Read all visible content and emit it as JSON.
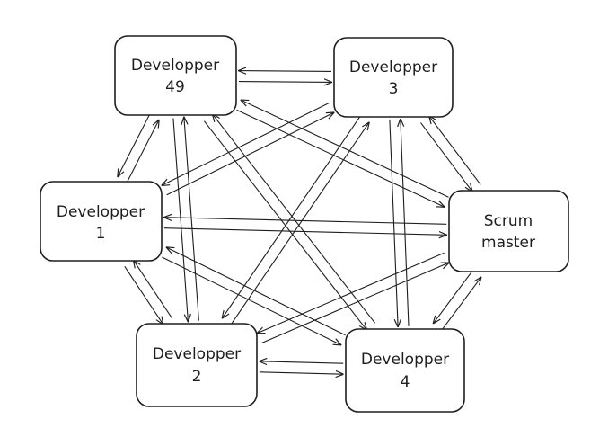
{
  "nodes": [
    {
      "id": "dev49",
      "lines": [
        "Developper",
        "49"
      ]
    },
    {
      "id": "dev3",
      "lines": [
        "Developper",
        "3"
      ]
    },
    {
      "id": "dev1",
      "lines": [
        "Developper",
        "1"
      ]
    },
    {
      "id": "scrum",
      "lines": [
        "Scrum",
        "master"
      ]
    },
    {
      "id": "dev2",
      "lines": [
        "Developper",
        "2"
      ]
    },
    {
      "id": "dev4",
      "lines": [
        "Developper",
        "4"
      ]
    }
  ],
  "edges": [
    [
      "dev49",
      "dev3"
    ],
    [
      "dev3",
      "dev49"
    ],
    [
      "dev49",
      "dev1"
    ],
    [
      "dev1",
      "dev49"
    ],
    [
      "dev49",
      "dev2"
    ],
    [
      "dev2",
      "dev49"
    ],
    [
      "dev49",
      "scrum"
    ],
    [
      "scrum",
      "dev49"
    ],
    [
      "dev49",
      "dev4"
    ],
    [
      "dev4",
      "dev49"
    ],
    [
      "dev3",
      "dev1"
    ],
    [
      "dev1",
      "dev3"
    ],
    [
      "dev3",
      "dev2"
    ],
    [
      "dev2",
      "dev3"
    ],
    [
      "dev3",
      "scrum"
    ],
    [
      "scrum",
      "dev3"
    ],
    [
      "dev3",
      "dev4"
    ],
    [
      "dev4",
      "dev3"
    ],
    [
      "dev1",
      "scrum"
    ],
    [
      "scrum",
      "dev1"
    ],
    [
      "dev1",
      "dev2"
    ],
    [
      "dev2",
      "dev1"
    ],
    [
      "dev1",
      "dev4"
    ],
    [
      "dev4",
      "dev1"
    ],
    [
      "dev2",
      "dev4"
    ],
    [
      "dev4",
      "dev2"
    ],
    [
      "dev2",
      "scrum"
    ],
    [
      "scrum",
      "dev2"
    ],
    [
      "scrum",
      "dev4"
    ],
    [
      "dev4",
      "scrum"
    ]
  ]
}
